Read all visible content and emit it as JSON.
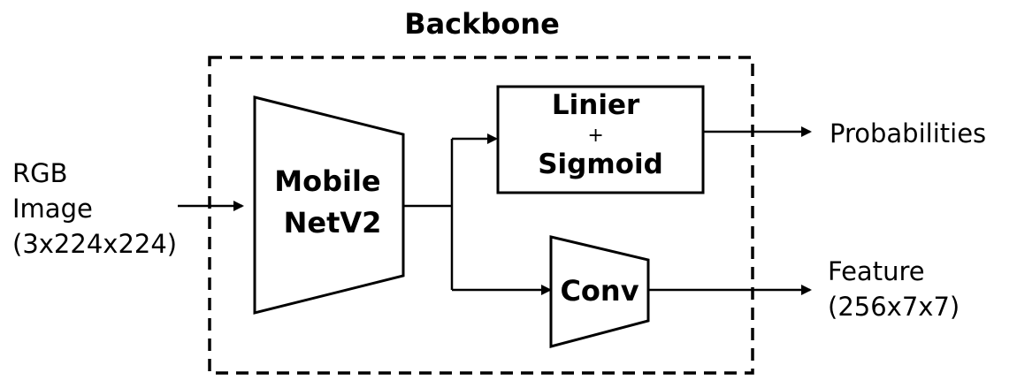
{
  "title": "Backbone",
  "input": {
    "lines": [
      "RGB",
      "Image",
      "(3x224x224)"
    ]
  },
  "blocks": {
    "mobilenet": {
      "lines": [
        "Mobile",
        "NetV2"
      ]
    },
    "linear_sigmoid": {
      "lines": [
        "Linier",
        "+",
        "Sigmoid"
      ]
    },
    "conv": {
      "label": "Conv"
    }
  },
  "outputs": {
    "probabilities": {
      "label": "Probabilities"
    },
    "feature": {
      "lines": [
        "Feature",
        "(256x7x7)"
      ]
    }
  },
  "colors": {
    "stroke": "#000000",
    "fill": "#ffffff",
    "text": "#000000"
  }
}
